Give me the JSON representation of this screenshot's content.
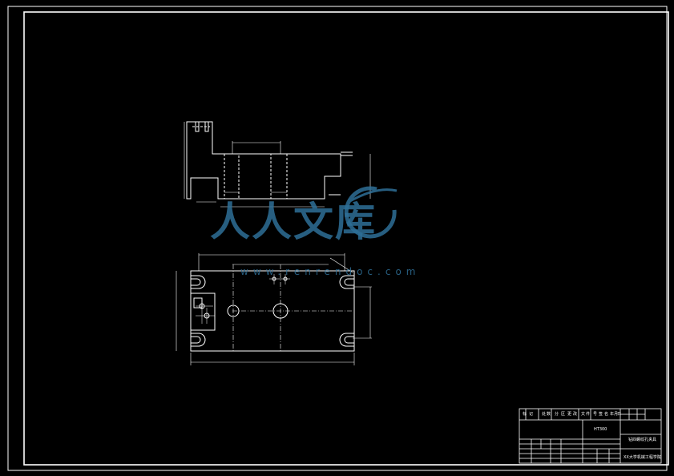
{
  "title_block": {
    "header_cells": [
      "标",
      "记",
      "处",
      "数",
      "分",
      "区",
      "更",
      "改",
      "文",
      "件",
      "号",
      "签",
      "名",
      "年",
      "月",
      "日"
    ],
    "material": "HT300",
    "drawing_name": "钻四螺纹孔夹具",
    "school": "XX大学机械工程学院"
  },
  "watermark": {
    "text": "人人文库",
    "url": "www.renrendoc.com"
  },
  "colors": {
    "lines": "#ffffff",
    "watermark": "#2e6f97",
    "background": "#000000"
  }
}
